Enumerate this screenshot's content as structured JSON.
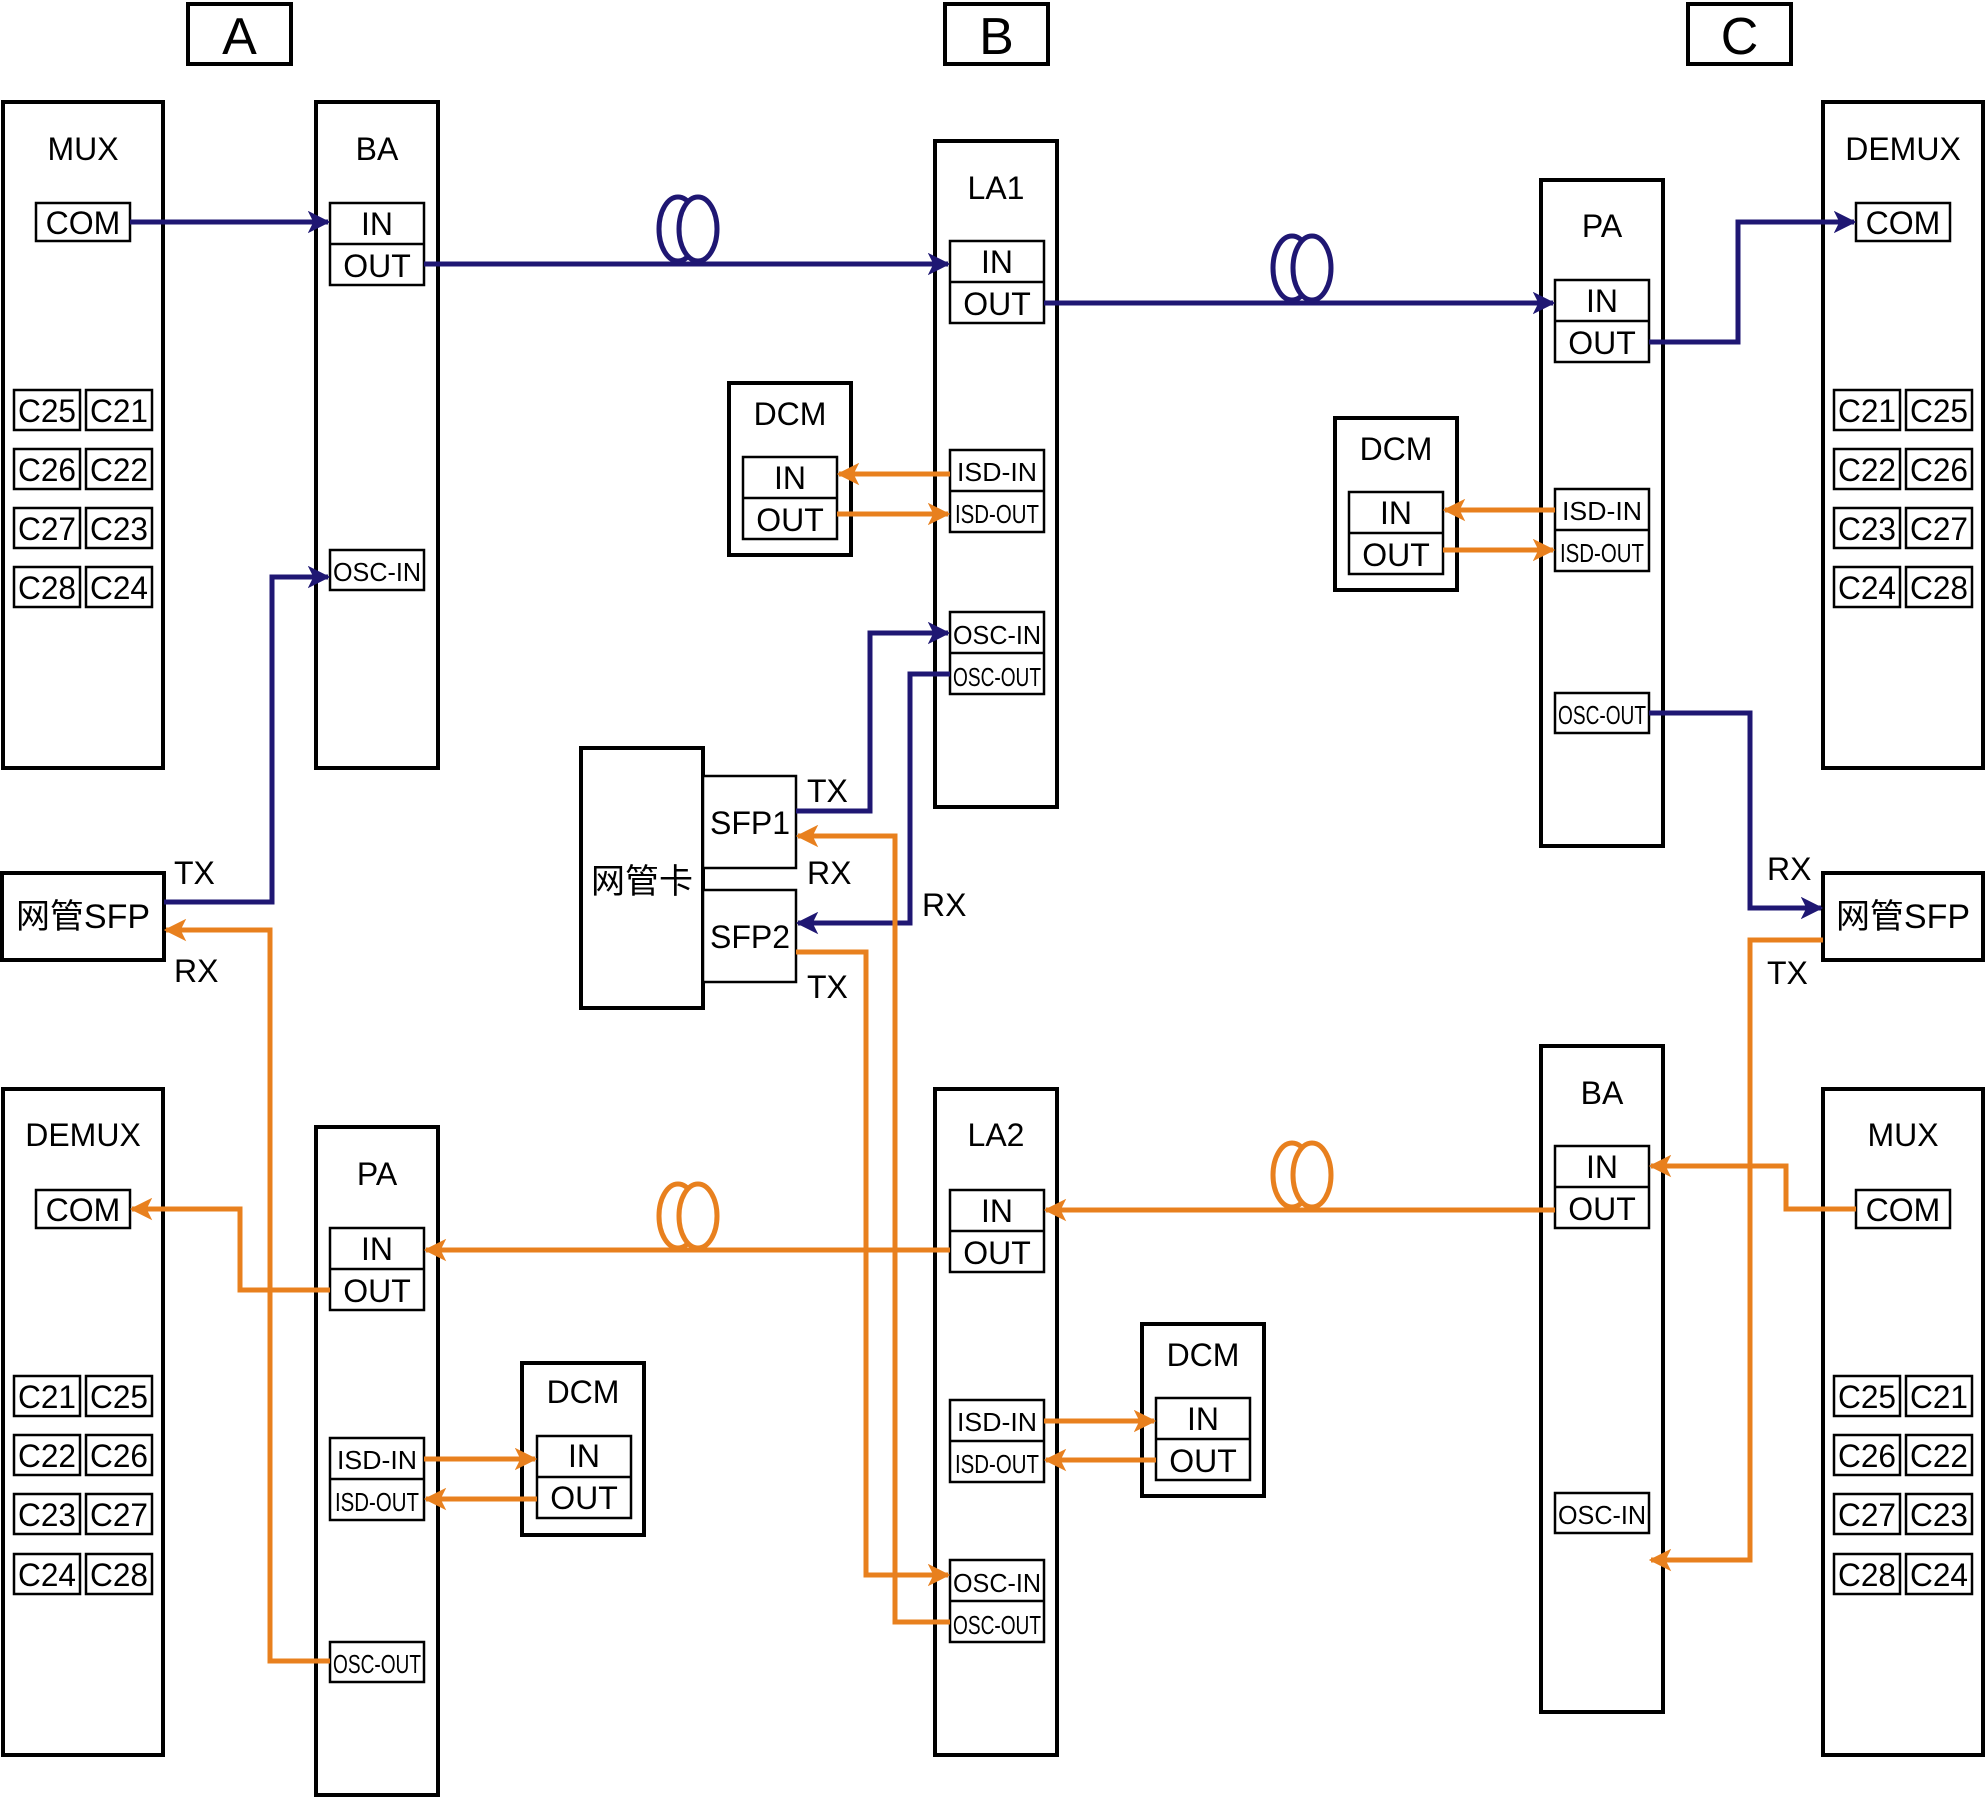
{
  "colors": {
    "blue": "#1f1773",
    "orange": "#e8801e",
    "black": "#000000"
  },
  "sites": {
    "a": "A",
    "b": "B",
    "c": "C"
  },
  "port": {
    "com": "COM",
    "in": "IN",
    "out": "OUT",
    "isd_in": "ISD-IN",
    "isd_out": "ISD-OUT",
    "osc_in": "OSC-IN",
    "osc_out": "OSC-OUT"
  },
  "units": {
    "mux": "MUX",
    "demux": "DEMUX",
    "ba": "BA",
    "pa": "PA",
    "la1": "LA1",
    "la2": "LA2",
    "dcm": "DCM",
    "nm_sfp": "网管SFP",
    "nm_card": "网管卡",
    "sfp1": "SFP1",
    "sfp2": "SFP2"
  },
  "channel_grids": {
    "mux_a": [
      "C25",
      "C21",
      "C26",
      "C22",
      "C27",
      "C23",
      "C28",
      "C24"
    ],
    "demux_c": [
      "C21",
      "C25",
      "C22",
      "C26",
      "C23",
      "C27",
      "C24",
      "C28"
    ],
    "demux_a": [
      "C21",
      "C25",
      "C22",
      "C26",
      "C23",
      "C27",
      "C24",
      "C28"
    ],
    "mux_c": [
      "C25",
      "C21",
      "C26",
      "C22",
      "C27",
      "C23",
      "C28",
      "C24"
    ]
  },
  "signals": {
    "tx": "TX",
    "rx": "RX"
  }
}
